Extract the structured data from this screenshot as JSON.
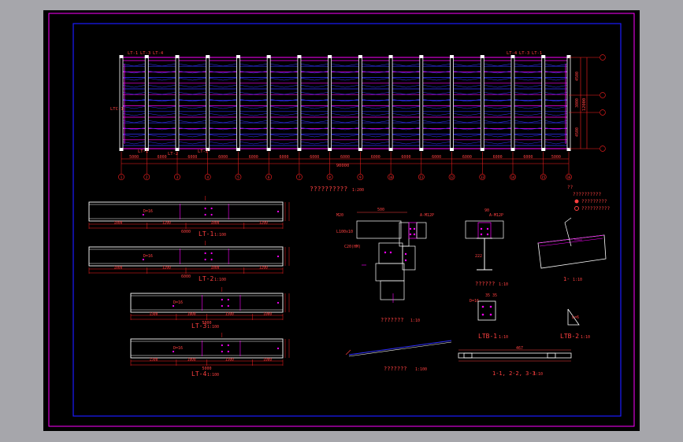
{
  "colors": {
    "background": "#000000",
    "frame": "#ff00ff",
    "border": "#1a1aff",
    "line": "#ffffff",
    "dim": "#ff2020",
    "text": "#ff4040",
    "accent": "#ff00ff",
    "blue": "#3030ff",
    "yellow": "#ffff00"
  },
  "plan": {
    "title": "??????????",
    "scale": "1:200",
    "grid_labels": [
      "1",
      "2",
      "3",
      "4",
      "5",
      "6",
      "7",
      "8",
      "9",
      "10",
      "11",
      "12",
      "13",
      "14",
      "15",
      "16"
    ],
    "bay_spans": [
      "5000",
      "6000",
      "6000",
      "6000",
      "6000",
      "6000",
      "6000",
      "6000",
      "6000",
      "6000",
      "6000",
      "6000",
      "6000",
      "6000",
      "5000"
    ],
    "total_length": "90000",
    "right_dims": [
      "4500",
      "3000",
      "4500"
    ],
    "right_total": "12000",
    "top_tags": [
      "LT-1",
      "LT-3",
      "LT-4",
      "LT-4",
      "LT-3",
      "LT-1"
    ],
    "left_tag": "LTC-1",
    "bottom_tags": [
      "LT-1",
      "LT-2",
      "LT-2"
    ]
  },
  "legend": {
    "title": "??",
    "line1": "??????????",
    "line2": "?????????",
    "line3": "??????????"
  },
  "beams": [
    {
      "name": "LT-1",
      "scale": "1:100",
      "note": "D=16",
      "length": "6000",
      "seg": [
        "1800",
        "1200",
        "1800",
        "1200"
      ]
    },
    {
      "name": "LT-2",
      "scale": "1:100",
      "note": "D=16",
      "length": "6000",
      "seg": [
        "1800",
        "1200",
        "1800",
        "1200"
      ]
    },
    {
      "name": "LT-3",
      "scale": "1:100",
      "note": "D=16",
      "length": "5000",
      "seg": [
        "1500",
        "1000",
        "1500",
        "1000"
      ]
    },
    {
      "name": "LT-4",
      "scale": "1:100",
      "note": "D=16",
      "length": "5000",
      "seg": [
        "1500",
        "1000",
        "1500",
        "1000"
      ]
    }
  ],
  "details": {
    "joint_a": {
      "label": "???????",
      "scale": "1:10",
      "top_dim": "500",
      "tag1": "M20",
      "tag2": "L100x10",
      "tag3": "C20(HM)",
      "note": "A-M12P"
    },
    "joint_b": {
      "label": "??????",
      "scale": "1:10",
      "tag": "A-M12P",
      "dim1": "222",
      "dim2": "90"
    },
    "section_1": {
      "label": "1-",
      "scale": "1:10"
    },
    "ltb1": {
      "label": "LTB-1",
      "scale": "1:10",
      "tag": "D=16",
      "dims": [
        "35",
        "35"
      ]
    },
    "ltb2": {
      "label": "LTB-2",
      "scale": "1:10",
      "tag": "L=6"
    },
    "slope": {
      "label": "???????",
      "scale": "1:100"
    },
    "section_123": {
      "label": "1-1, 2-2, 3-3",
      "scale": "1:10",
      "dim": "467"
    }
  }
}
